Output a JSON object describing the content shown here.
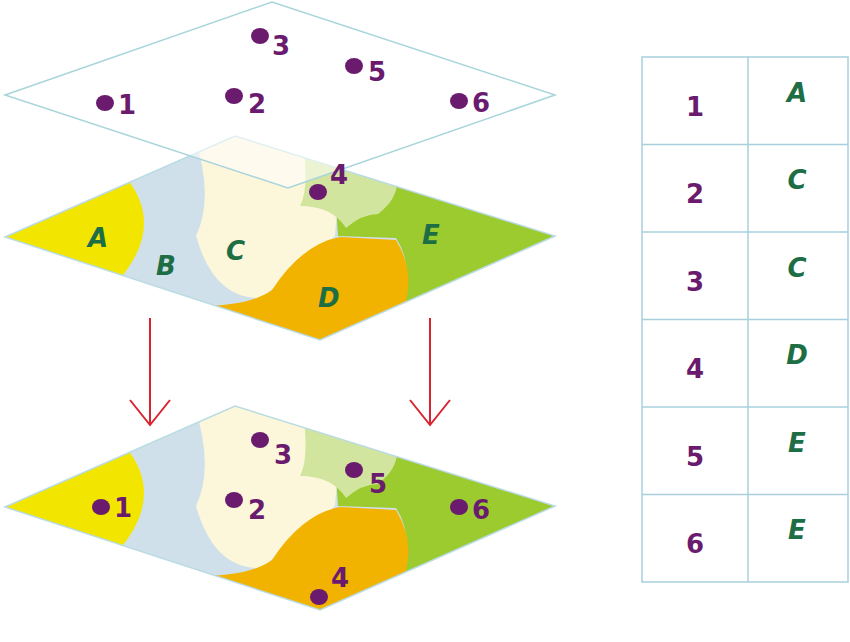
{
  "diagram": {
    "labels": [
      "3",
      "1",
      "2",
      "5",
      "6",
      "4",
      "A",
      "B",
      "C",
      "E",
      "D",
      "3",
      "5",
      "1",
      "2",
      "6",
      "4",
      "1",
      "A",
      "2",
      "C",
      "3",
      "C",
      "4",
      "D",
      "5",
      "E",
      "6",
      "E"
    ]
  }
}
